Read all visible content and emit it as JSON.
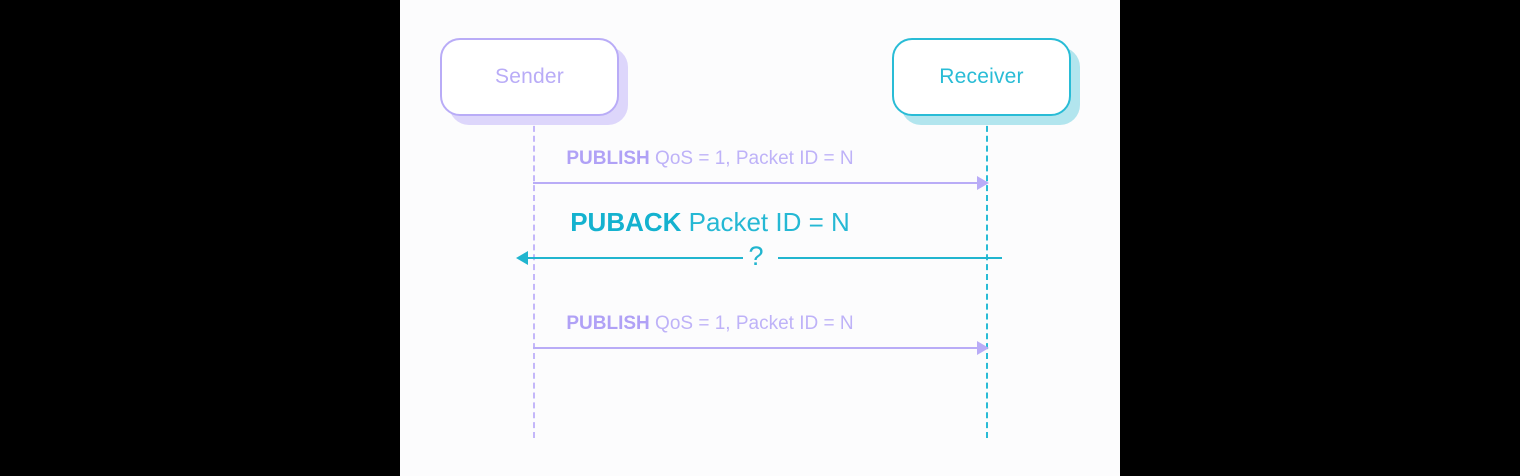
{
  "diagram": {
    "type": "sequence-diagram",
    "background_color": "#fcfcfd",
    "letterbox_color": "#000000"
  },
  "participants": [
    {
      "id": "sender",
      "label": "Sender",
      "color": "#b9acf7",
      "shadow_color": "#ddd6fb",
      "lifeline_color": "#c4b7fa"
    },
    {
      "id": "receiver",
      "label": "Receiver",
      "color": "#29bcd6",
      "shadow_color": "#b2e5ee",
      "lifeline_color": "#29bcd6"
    }
  ],
  "messages": [
    {
      "id": "publish-1",
      "keyword": "PUBLISH",
      "detail": " QoS = 1, Packet ID = N",
      "from": "sender",
      "to": "receiver",
      "direction": "right",
      "color": "#b9acf7",
      "delivered": true
    },
    {
      "id": "puback",
      "keyword": "PUBACK",
      "detail": " Packet ID = N",
      "from": "receiver",
      "to": "sender",
      "direction": "left",
      "color": "#21b5cf",
      "delivered": false,
      "uncertainty_marker": "?"
    },
    {
      "id": "publish-2",
      "keyword": "PUBLISH",
      "detail": " QoS = 1, Packet ID = N",
      "from": "sender",
      "to": "receiver",
      "direction": "right",
      "color": "#b9acf7",
      "delivered": true
    }
  ]
}
